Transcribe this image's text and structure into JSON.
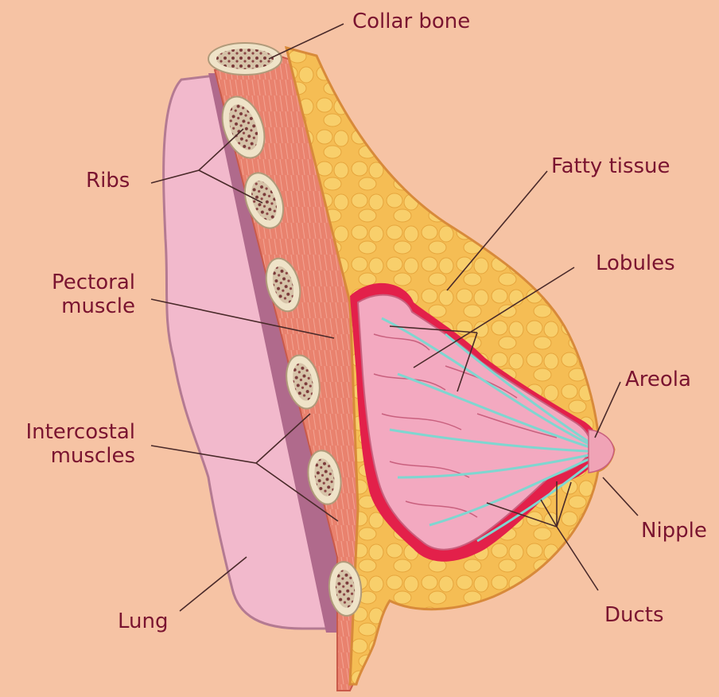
{
  "colors": {
    "background": "#f6c3a4",
    "label_text": "#7a1430",
    "leader_line": "#4a2a2a",
    "lung": "#f2b9cc",
    "lung_outline": "#b47a92",
    "muscle": "#e9826e",
    "muscle_light": "#f29a83",
    "fatty_tissue": "#f5bd54",
    "fat_lobule": "#f8cf6b",
    "gland_border": "#e3204a",
    "lobules": "#f3a9c0",
    "ducts": "#7fd6d0",
    "bone": "#efe3c8",
    "bone_spots": "#7a3a3a"
  },
  "labels": {
    "collar_bone": "Collar bone",
    "ribs": "Ribs",
    "pectoral_muscle_line1": "Pectoral",
    "pectoral_muscle_line2": "muscle",
    "intercostal_muscles_line1": "Intercostal",
    "intercostal_muscles_line2": "muscles",
    "lung": "Lung",
    "fatty_tissue": "Fatty tissue",
    "lobules": "Lobules",
    "areola": "Areola",
    "nipple": "Nipple",
    "ducts": "Ducts"
  }
}
